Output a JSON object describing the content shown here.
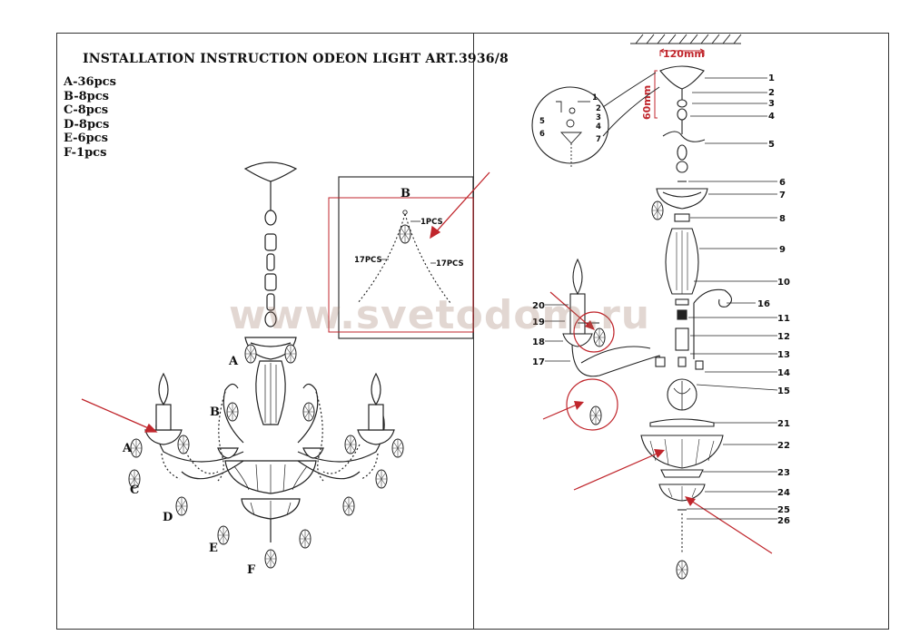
{
  "title": "INSTALLATION INSTRUCTION ODEON LIGHT ART.3936/8",
  "parts_list": [
    "A-36pcs",
    "B-8pcs",
    "C-8pcs",
    "D-8pcs",
    "E-6pcs",
    "F-1pcs"
  ],
  "left_labels": [
    "A",
    "B",
    "C",
    "D",
    "E",
    "F",
    "A"
  ],
  "detail": {
    "label": "B",
    "top_count": "1PCS",
    "left_count": "17PCS",
    "right_count": "17PCS"
  },
  "dimensions": {
    "width": "120mm",
    "height": "60mm"
  },
  "part_numbers": [
    "1",
    "2",
    "3",
    "4",
    "5",
    "6",
    "7",
    "8",
    "9",
    "10",
    "11",
    "12",
    "13",
    "14",
    "15",
    "16",
    "17",
    "18",
    "19",
    "20",
    "21",
    "22",
    "23",
    "24",
    "25",
    "26"
  ],
  "inset_numbers": [
    "1",
    "2",
    "3",
    "4",
    "5",
    "6",
    "7"
  ],
  "watermark": "www.svetodom.ru",
  "colors": {
    "line": "#222222",
    "accent_red": "#c0262c",
    "frame": "#333333"
  }
}
